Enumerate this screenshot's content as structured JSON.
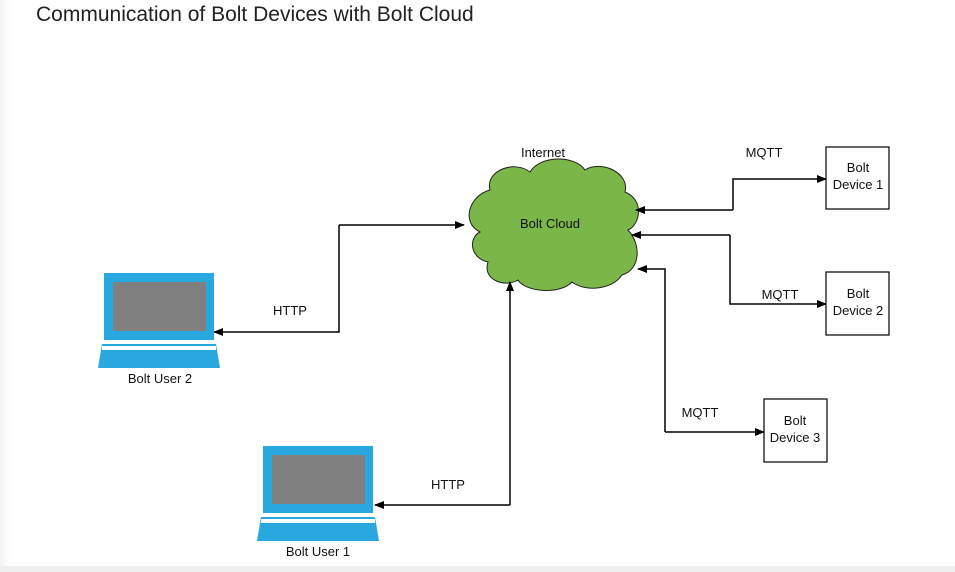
{
  "page_title": "Communication of Bolt Devices with Bolt Cloud",
  "cloud": {
    "region_label": "Internet",
    "label": "Bolt Cloud"
  },
  "users": [
    {
      "label": "Bolt User 2"
    },
    {
      "label": "Bolt User 1"
    }
  ],
  "devices": [
    {
      "line1": "Bolt",
      "line2": "Device 1"
    },
    {
      "line1": "Bolt",
      "line2": "Device 2"
    },
    {
      "line1": "Bolt",
      "line2": "Device 3"
    }
  ],
  "connections": {
    "user2_protocol": "HTTP",
    "user1_protocol": "HTTP",
    "device1_protocol": "MQTT",
    "device2_protocol": "MQTT",
    "device3_protocol": "MQTT"
  },
  "colors": {
    "cloud_fill": "#7ab648",
    "laptop_frame": "#29a8e0",
    "laptop_screen": "#808080"
  }
}
